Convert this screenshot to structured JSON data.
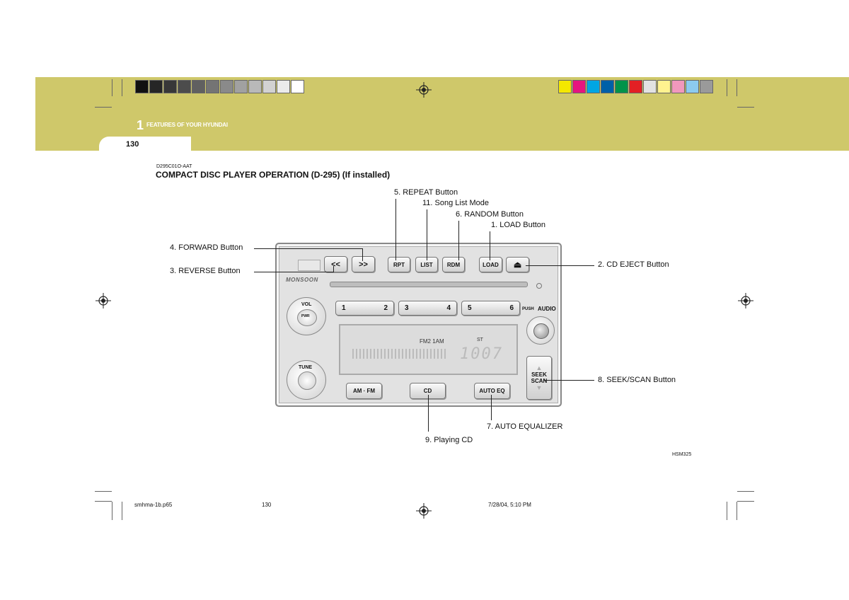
{
  "header": {
    "chapter_number": "1",
    "chapter_title": "FEATURES OF YOUR HYUNDAI",
    "page_number": "130",
    "gray_swatches": [
      "#111111",
      "#262626",
      "#383838",
      "#4c4c4c",
      "#606060",
      "#747474",
      "#8a8a8a",
      "#a1a1a1",
      "#b9b9b9",
      "#d2d2d2",
      "#ebebeb",
      "#ffffff"
    ],
    "color_swatches": [
      "#f4e800",
      "#e6157f",
      "#00a6e3",
      "#0060a8",
      "#00934a",
      "#e32024",
      "#e2e2e2",
      "#fff28f",
      "#f198bd",
      "#8ccbef",
      "#9a9a9a"
    ]
  },
  "section": {
    "code": "D295C01O-AAT",
    "title": "COMPACT DISC PLAYER OPERATION (D-295) (If installed)"
  },
  "callouts": {
    "repeat": "5. REPEAT Button",
    "song_list": "11. Song List Mode",
    "random": "6. RANDOM Button",
    "load": "1. LOAD Button",
    "forward": "4. FORWARD Button",
    "reverse": "3. REVERSE Button",
    "eject": "2. CD EJECT Button",
    "seek_scan": "8. SEEK/SCAN Button",
    "auto_eq": "7. AUTO  EQUALIZER",
    "playing_cd": "9. Playing CD"
  },
  "radio": {
    "brand": "MONSOON",
    "rev_btn": "<<",
    "fwd_btn": ">>",
    "rpt_btn": "RPT",
    "list_btn": "LIST",
    "rdm_btn": "RDM",
    "load_btn": "LOAD",
    "eject_symbol": "⏏",
    "presets": [
      [
        "1",
        "2"
      ],
      [
        "3",
        "4"
      ],
      [
        "5",
        "6"
      ]
    ],
    "push_label": "PUSH",
    "audio_label": "AUDIO",
    "vol_label": "VOL",
    "pwr_label": "PWR",
    "tune_label": "TUNE",
    "display_band": "FM2 1AM",
    "display_st": "ST",
    "display_freq": "1007",
    "seek_label": "SEEK",
    "scan_label": "SCAN",
    "amfm_btn": "AM · FM",
    "cd_btn": "CD",
    "autoeq_btn": "AUTO EQ"
  },
  "figure_code": "HSM325",
  "footer": {
    "file": "smhma-1b.p65",
    "page": "130",
    "date": "7/28/04, 5:10 PM"
  }
}
